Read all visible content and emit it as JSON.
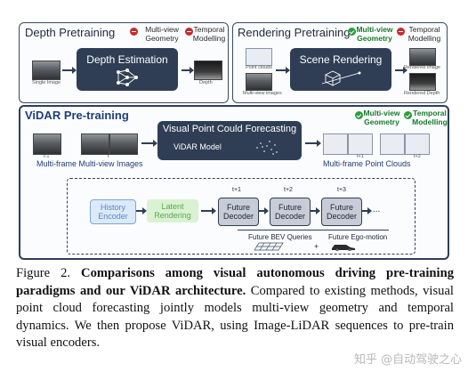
{
  "depth_panel": {
    "title": "Depth Pretraining",
    "tags": [
      "Multi-view Geometry",
      "Temporal Modelling"
    ],
    "box_label": "Depth Estimation",
    "input_label": "Single Image",
    "output_label": "Depth"
  },
  "render_panel": {
    "title": "Rendering Pretraining",
    "tags": [
      "Multi-view Geometry",
      "Temporal Modelling"
    ],
    "box_label": "Scene Rendering",
    "inputs": [
      "Point clouds",
      "Multi-view images"
    ],
    "outputs": [
      "Rendered Image",
      "Rendered Depth"
    ]
  },
  "vidar_panel": {
    "title": "ViDAR Pre-training",
    "tags": [
      "Multi-view Geometry",
      "Temporal Modelling"
    ],
    "box_title": "Visual Point Could Forecasting",
    "box_model": "ViDAR Model",
    "input_label": "Multi-frame Multi-view Images",
    "output_label": "Multi-frame Point Clouds",
    "input_times": [
      "t",
      "t-1"
    ],
    "output_times": [
      "t+1",
      "t+2"
    ],
    "modules": {
      "history": "History Encoder",
      "latent": "Latent Rendering",
      "future": "Future Decoder"
    },
    "future_times": [
      "t+1",
      "t+2",
      "t+3"
    ],
    "ellipsis": "...",
    "bev_label": "Future BEV Queries",
    "plus": "+",
    "ego_label": "Future Ego-motion"
  },
  "caption": {
    "prefix": "Figure 2.",
    "bold": "Comparisons among visual autonomous driving pre-training paradigms and our ViDAR architecture.",
    "body": "Compared to existing methods, visual point cloud forecasting jointly models multi-view geometry and temporal dynamics. We then propose ViDAR, using Image-LiDAR sequences to pre-train visual encoders."
  },
  "watermark": "知乎 @自动驾驶之心",
  "colors": {
    "red": "#c62b2b",
    "green": "#2d9c3e",
    "dark": "#2f3e55"
  }
}
